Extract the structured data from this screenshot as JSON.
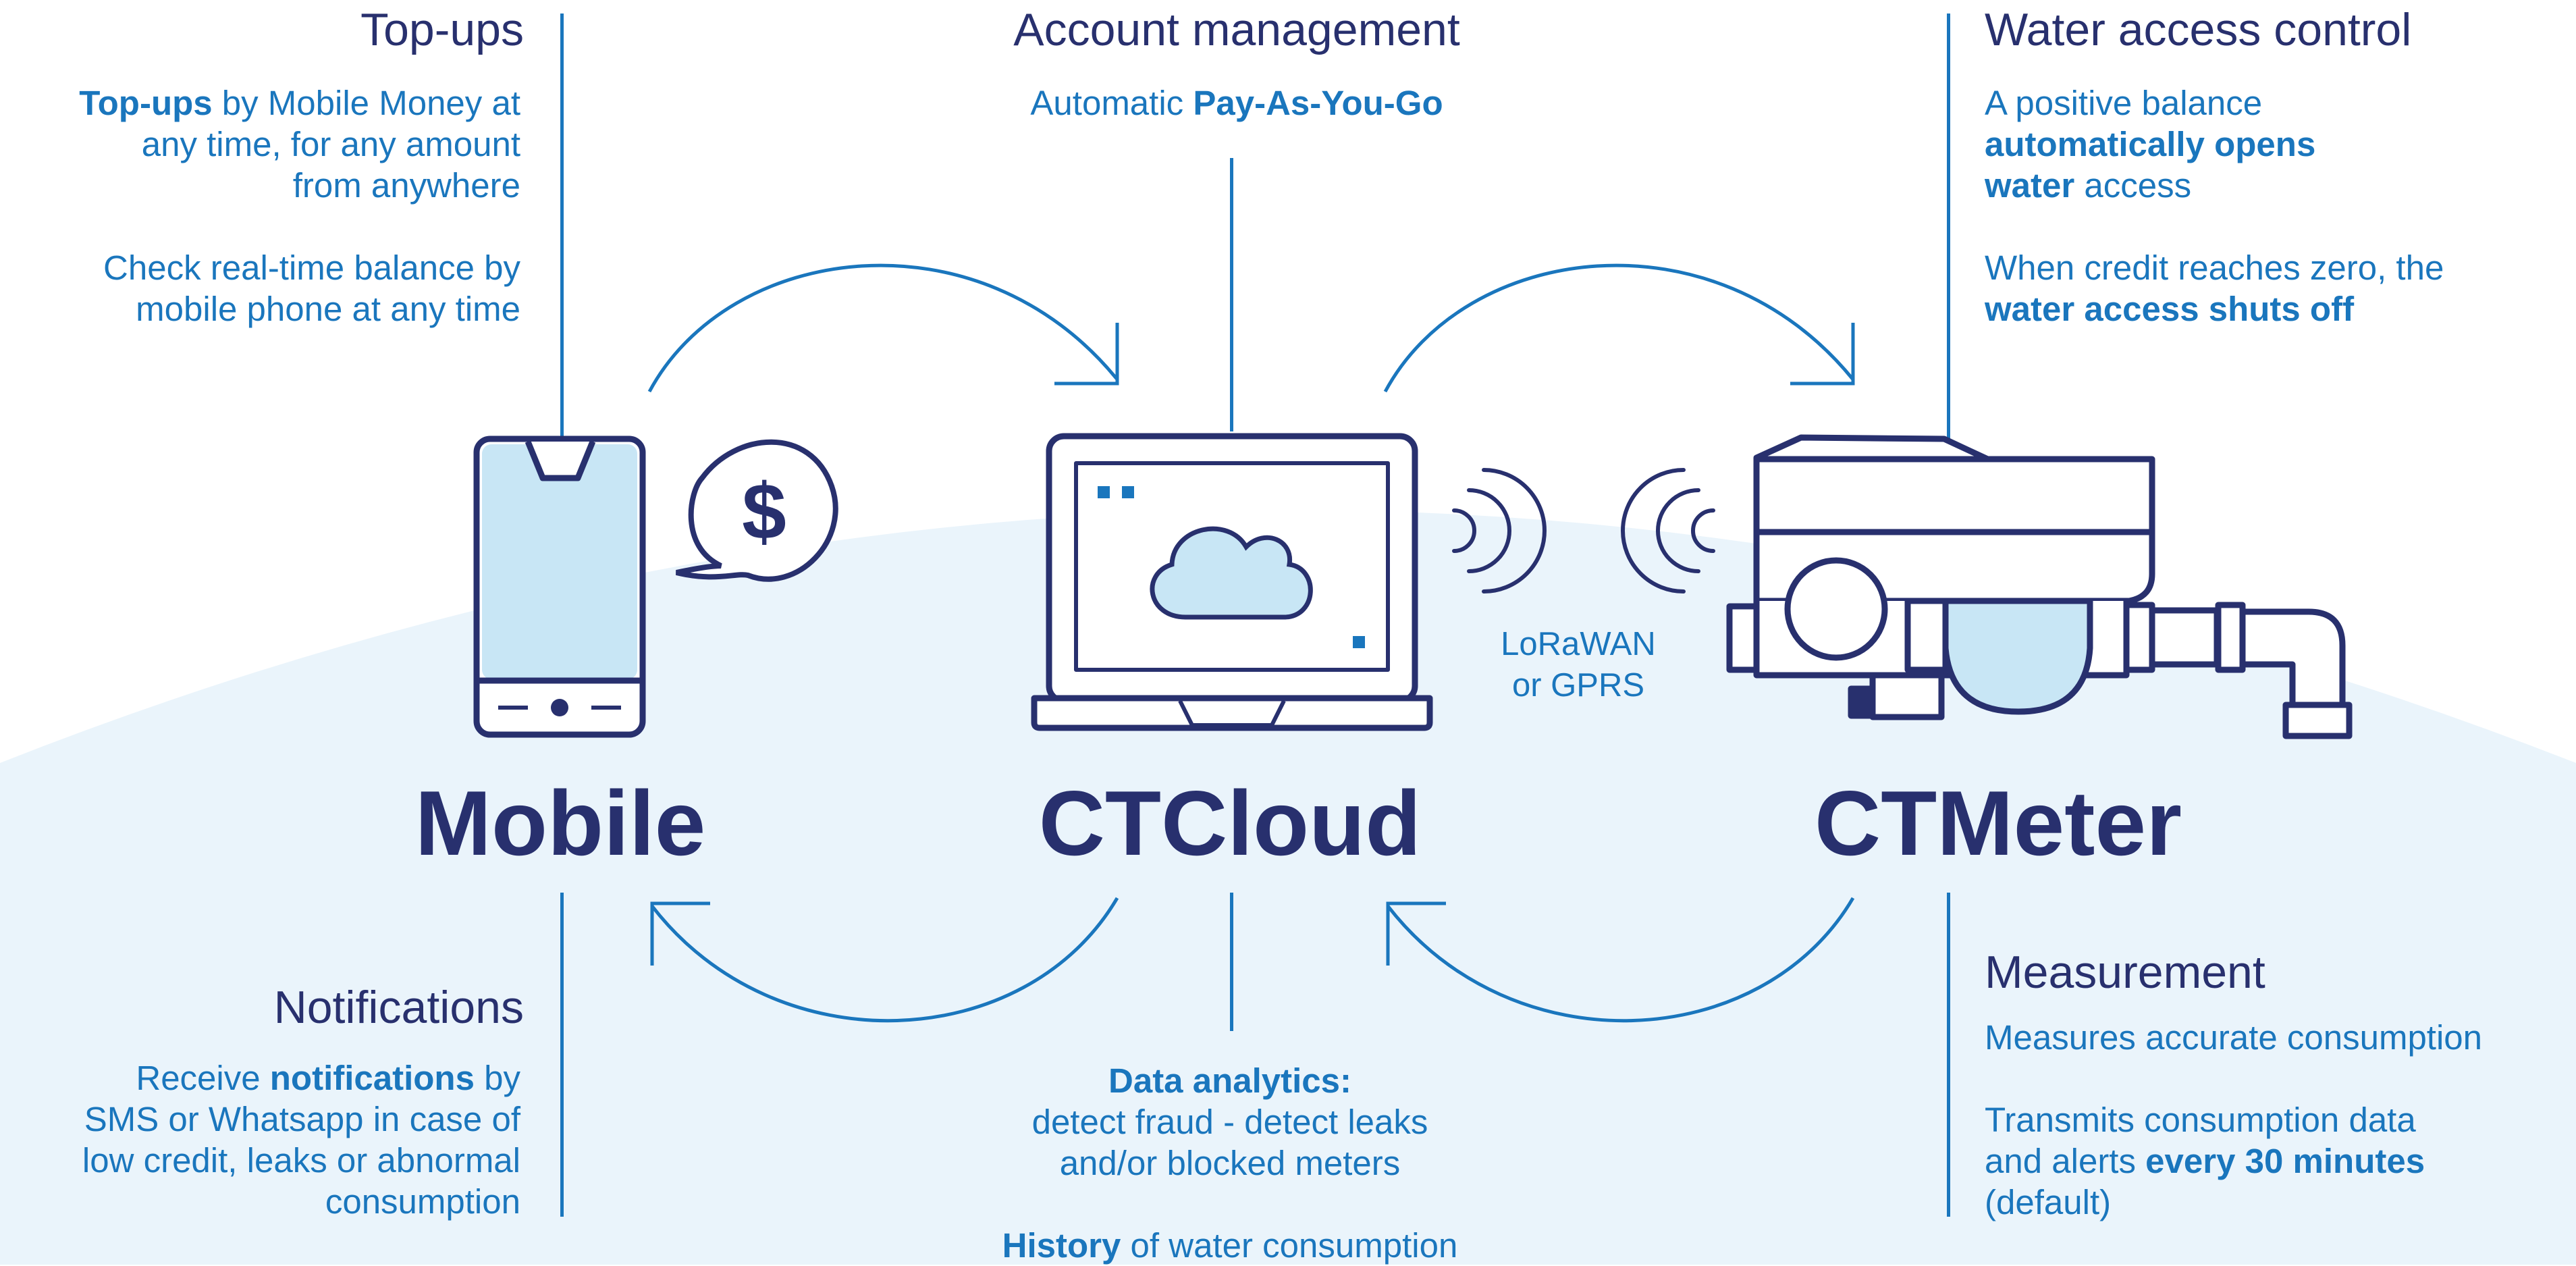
{
  "colors": {
    "dark_navy": "#28306e",
    "accent_blue": "#1a76bd",
    "light_blue": "#c8e6f5",
    "bg_blue": "#eaf4fb"
  },
  "topups": {
    "heading": "Top-ups",
    "p1": {
      "bold": "Top-ups",
      "line1_rest": " by Mobile Money at",
      "line2": "any time, for any amount",
      "line3": "from anywhere"
    },
    "p2": {
      "line1": "Check real-time balance by",
      "line2": "mobile phone at any time"
    }
  },
  "account": {
    "heading": "Account management",
    "pre": "Automatic ",
    "bold": "Pay-As-You-Go"
  },
  "water_access": {
    "heading": "Water access control",
    "p1": {
      "line1": "A positive balance",
      "bold1": "automatically opens",
      "bold2": "water",
      "rest2": " access"
    },
    "p2": {
      "line1": "When credit reaches zero, the",
      "bold": "water access shuts off"
    }
  },
  "nodes": {
    "mobile": "Mobile",
    "cloud": "CTCloud",
    "meter": "CTMeter"
  },
  "connection": {
    "line1": "LoRaWAN",
    "line2": "or GPRS"
  },
  "icons": {
    "currency": "$"
  },
  "notifications": {
    "heading": "Notifications",
    "pre": "Receive ",
    "bold": "notifications",
    "rest1": " by",
    "line2": "SMS or Whatsapp in case of",
    "line3": "low credit, leaks or abnormal",
    "line4": "consumption"
  },
  "analytics": {
    "bold": "Data analytics:",
    "line2": "detect fraud - detect leaks",
    "line3": "and/or blocked meters",
    "history_bold": "History",
    "history_rest": " of water consumption"
  },
  "measurement": {
    "heading": "Measurement",
    "line1": "Measures accurate consumption",
    "p2_line1": "Transmits consumption data",
    "p2_pre": "and alerts ",
    "p2_bold": "every 30 minutes",
    "p2_line3": "(default)"
  }
}
